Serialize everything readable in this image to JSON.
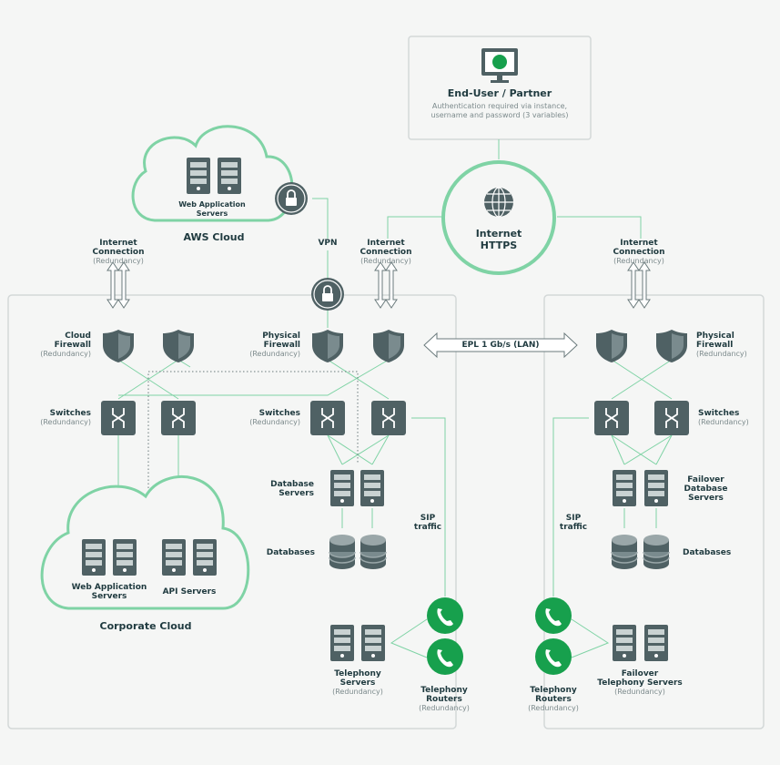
{
  "end_user": {
    "title": "End-User / Partner",
    "desc_line1": "Authentication required via instance,",
    "desc_line2": "username and password (3 variables)"
  },
  "internet": {
    "line1": "Internet",
    "line2": "HTTPS"
  },
  "aws": {
    "title": "AWS Cloud",
    "servers_line1": "Web Application",
    "servers_line2": "Servers"
  },
  "vpn": "VPN",
  "internet_connection": {
    "line1": "Internet",
    "line2": "Connection",
    "sub": "(Redundancy)"
  },
  "cloud_firewall": {
    "line1": "Cloud",
    "line2": "Firewall",
    "sub": "(Redundancy)"
  },
  "physical_firewall": {
    "line1": "Physical",
    "line2": "Firewall",
    "sub": "(Redundancy)"
  },
  "switches": {
    "title": "Switches",
    "sub": "(Redundancy)"
  },
  "epl": "EPL 1 Gb/s (LAN)",
  "database_servers": {
    "line1": "Database",
    "line2": "Servers"
  },
  "failover_db": {
    "line1": "Failover",
    "line2": "Database",
    "line3": "Servers"
  },
  "databases": "Databases",
  "sip": {
    "line1": "SIP",
    "line2": "traffic"
  },
  "corporate": {
    "title": "Corporate Cloud",
    "web_line1": "Web Application",
    "web_line2": "Servers",
    "api": "API Servers"
  },
  "telephony_servers": {
    "line1": "Telephony",
    "line2": "Servers",
    "sub": "(Redundancy)"
  },
  "telephony_routers": {
    "line1": "Telephony",
    "line2": "Routers",
    "sub": "(Redundancy)"
  },
  "failover_tel": {
    "line1": "Failover",
    "line2": "Telephony Servers",
    "sub": "(Redundancy)"
  },
  "colors": {
    "green": "#7fd3a5",
    "dark": "#4f6164",
    "accent": "#17a04d"
  }
}
